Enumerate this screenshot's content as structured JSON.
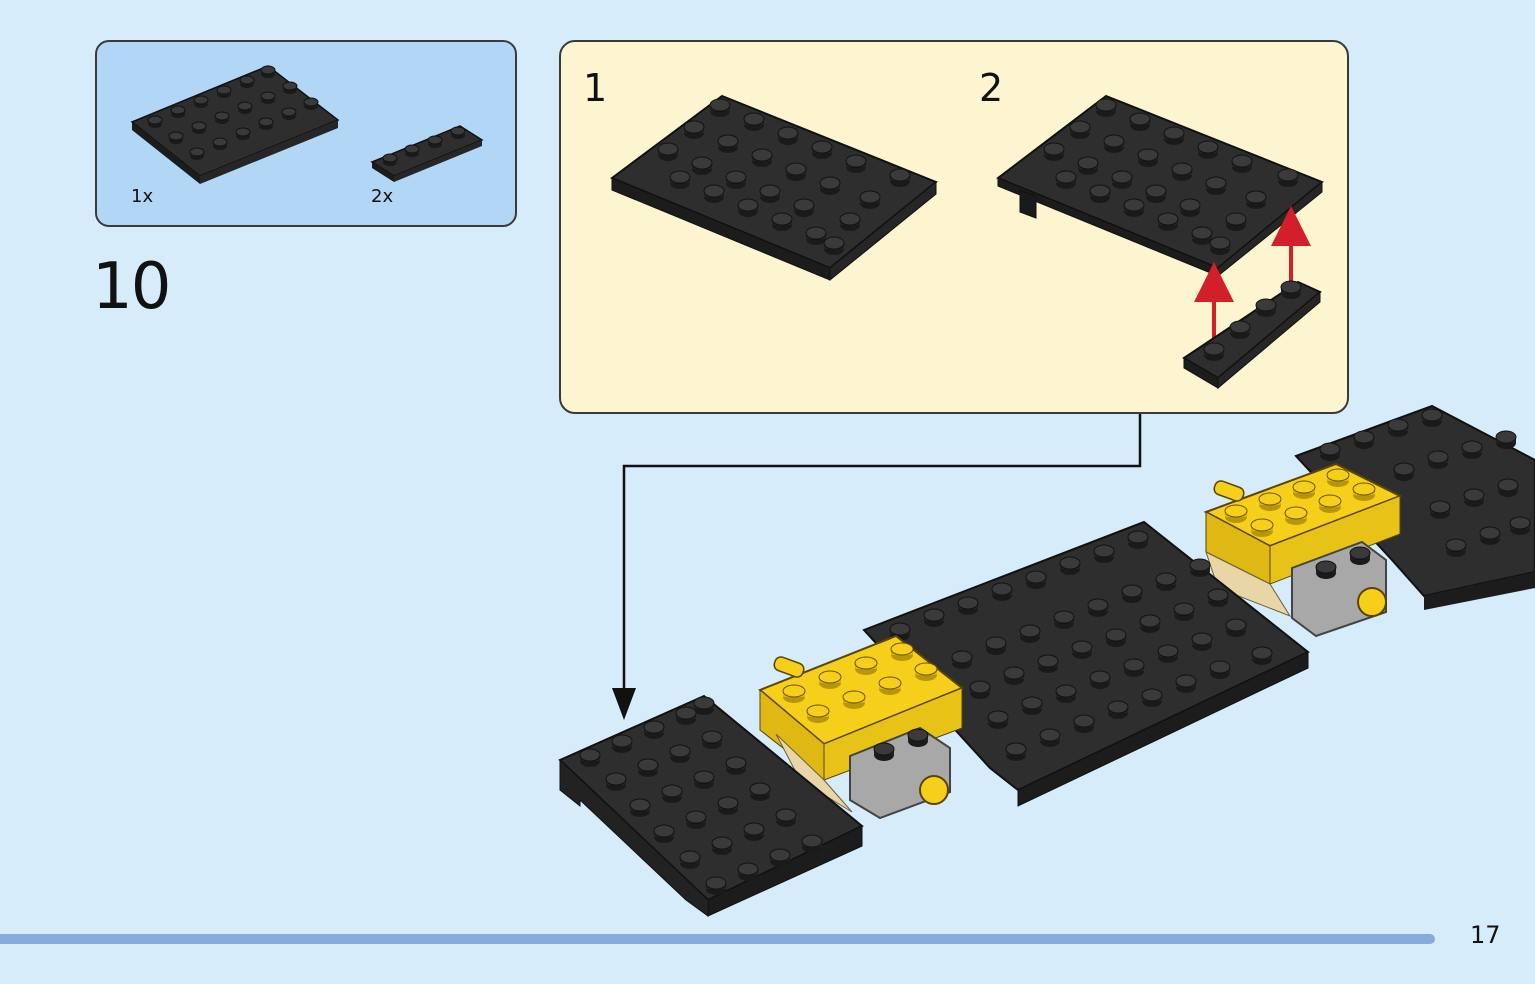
{
  "step": {
    "number": "10"
  },
  "parts": [
    {
      "icon": "black-plate-4x6-icon",
      "quantity": "1x"
    },
    {
      "icon": "black-plate-1x4-icon",
      "quantity": "2x"
    }
  ],
  "callout": {
    "substeps": [
      {
        "label": "1",
        "icon": "black-plate-4x6-icon"
      },
      {
        "label": "2",
        "icon": "black-plate-assembly-icon"
      }
    ]
  },
  "page": {
    "number": "17"
  },
  "colors": {
    "background": "#d6ecfb",
    "parts_box": "#b2d7f6",
    "callout_bg": "#fdf5cf",
    "brick_black": "#2b2b2b",
    "brick_yellow": "#f6cf1a",
    "brick_tan": "#e8d6a6",
    "brick_gray": "#a8a8a8",
    "arrow_red": "#d21f2b",
    "page_bar": "#88abdd"
  }
}
